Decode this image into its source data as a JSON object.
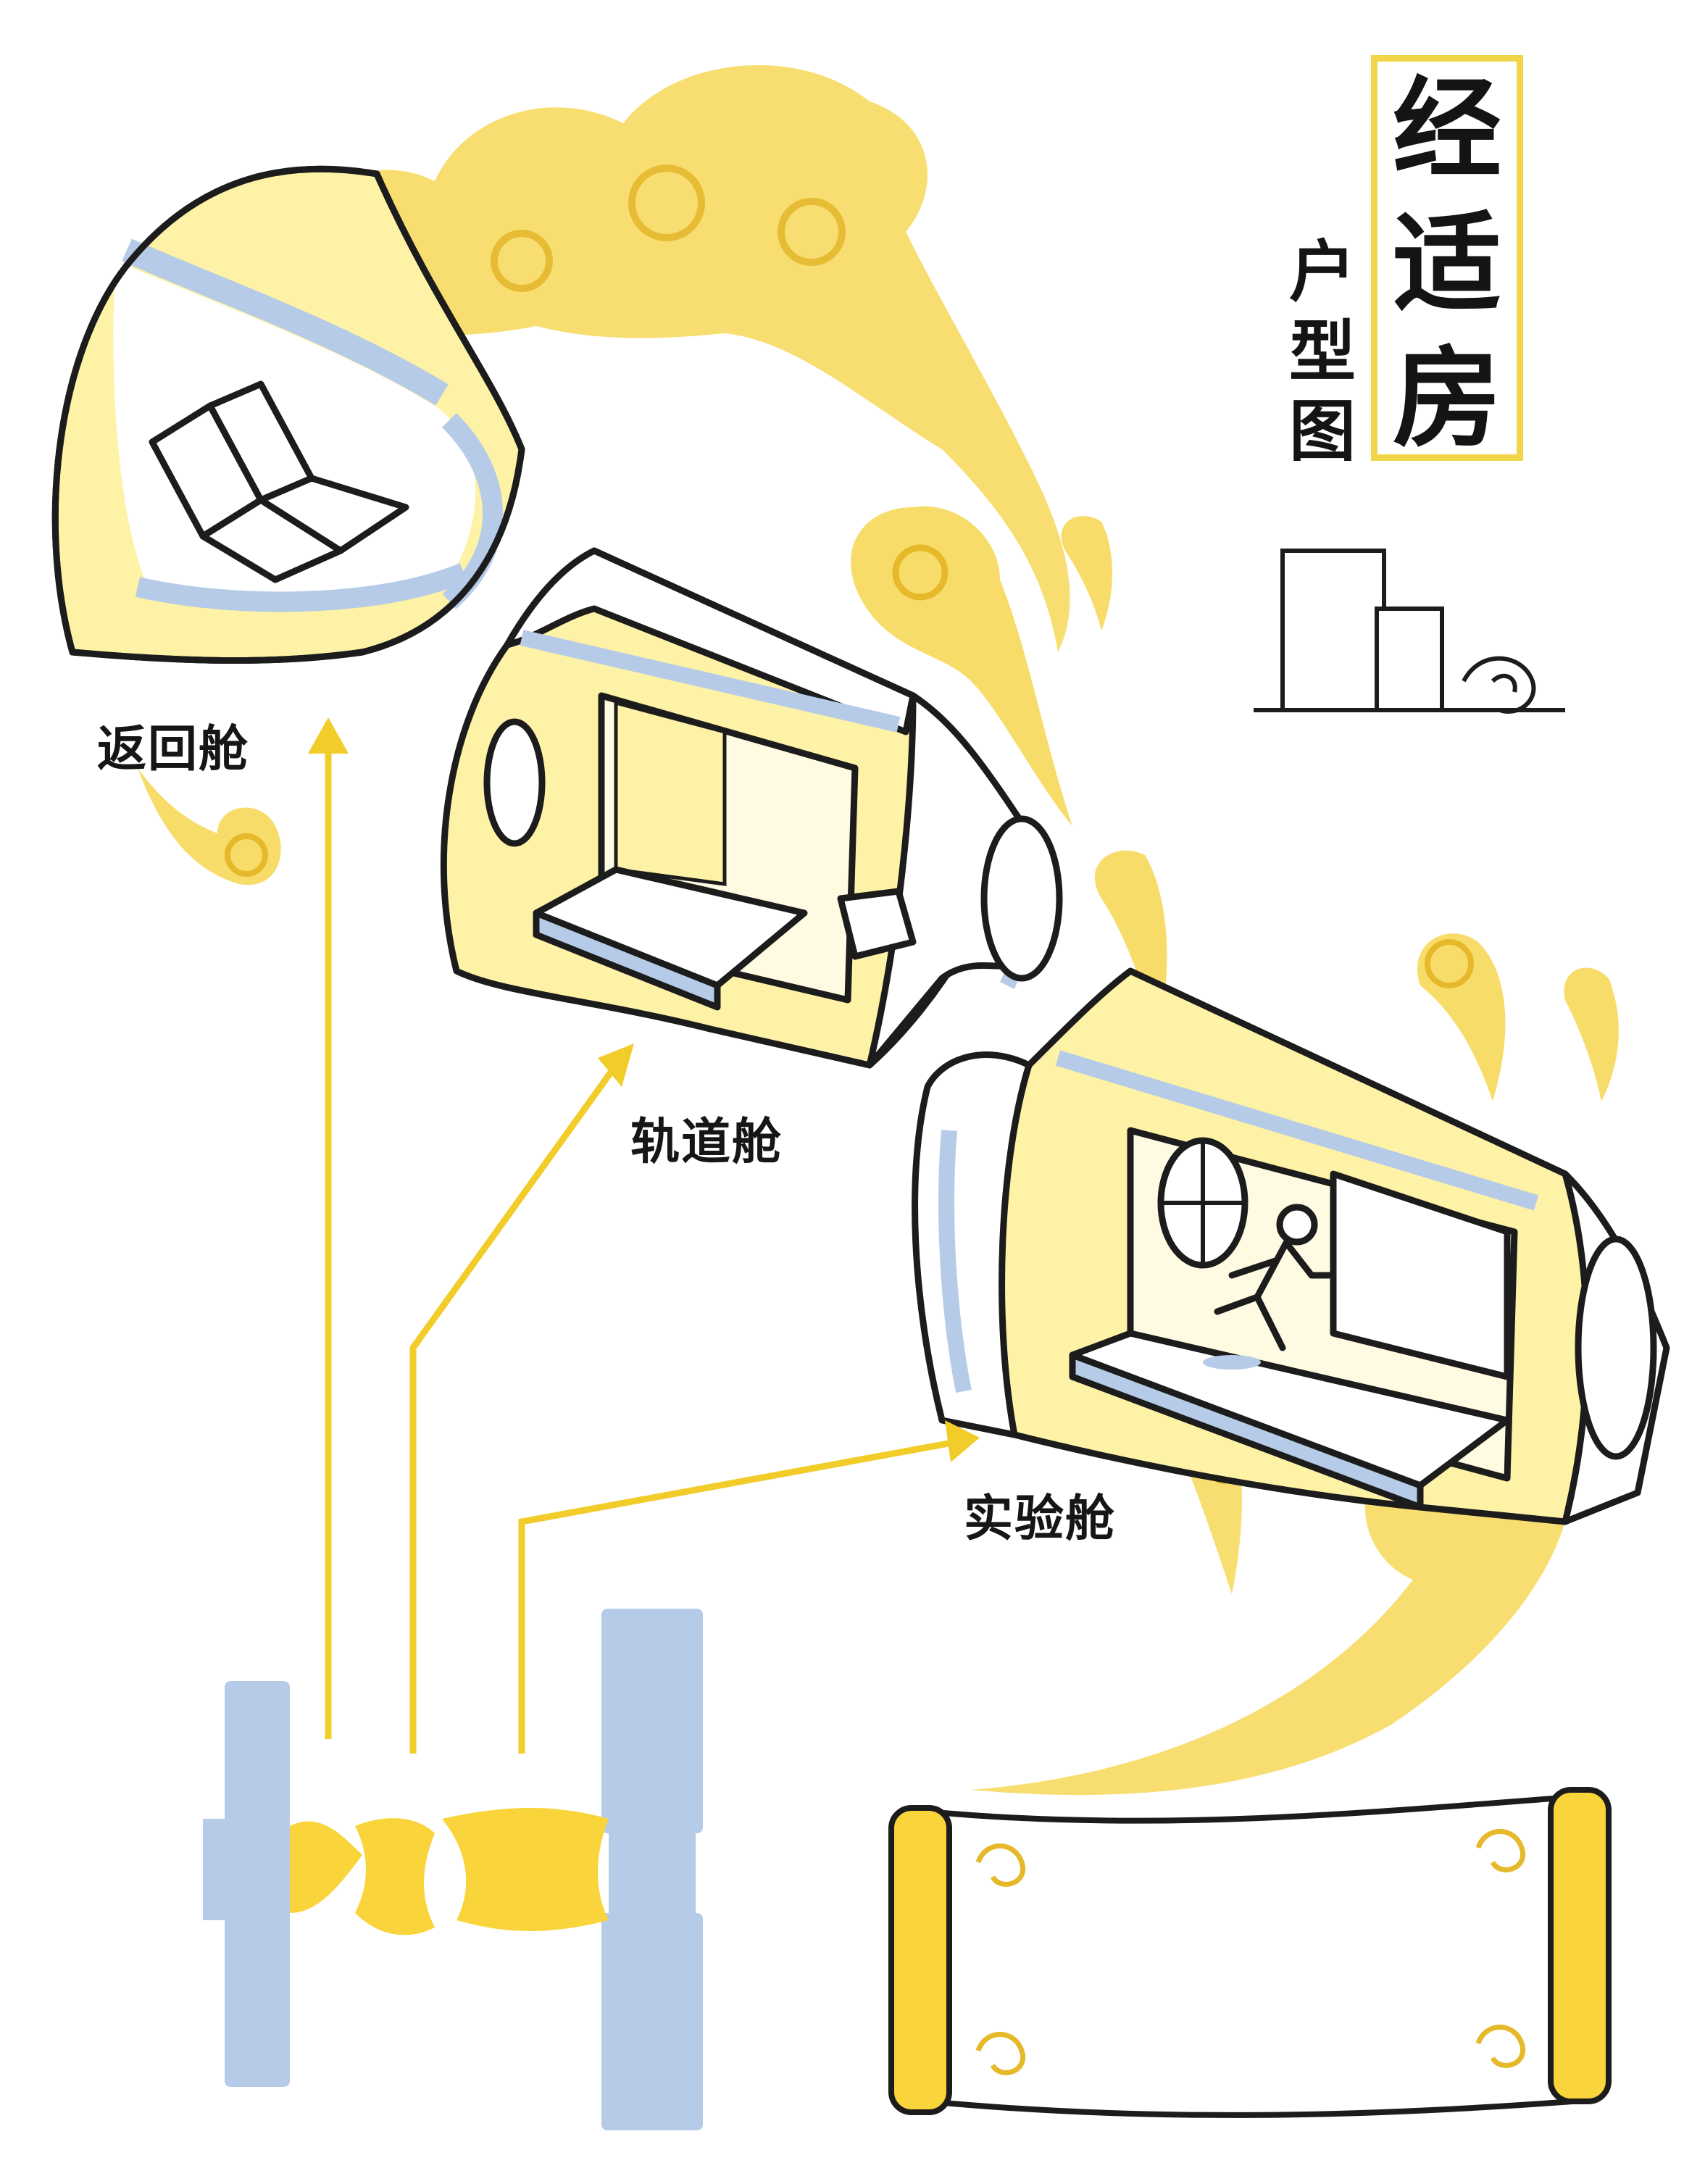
{
  "title": {
    "chars": [
      "经",
      "适",
      "房"
    ],
    "subtitle_chars": [
      "户",
      "型",
      "图"
    ]
  },
  "modules": [
    {
      "name": "返回舱"
    },
    {
      "name": "轨道舱"
    },
    {
      "name": "实验舱"
    }
  ],
  "colors": {
    "yellow": "#f9d43a",
    "yellow_light": "#fdf2a6",
    "yellow_cloud": "#f8dc69",
    "blue": "#b6cbe8",
    "ink": "#1c1c1c"
  }
}
